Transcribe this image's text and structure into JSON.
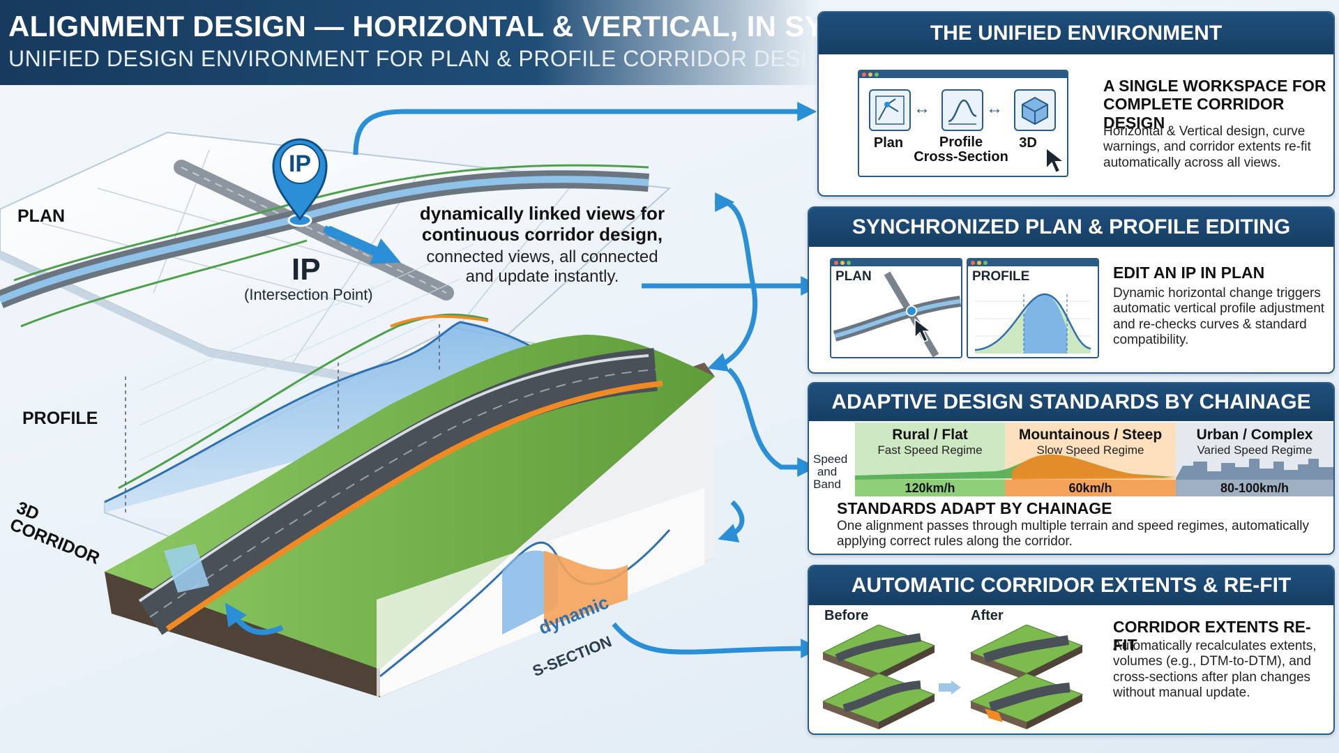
{
  "header": {
    "title": "ALIGNMENT DESIGN — HORIZONTAL & VERTICAL, IN SYNC",
    "subtitle": "UNIFIED DESIGN ENVIRONMENT FOR PLAN & PROFILE CORRIDOR DESIGN"
  },
  "left": {
    "plan_label": "PLAN",
    "profile_label": "PROFILE",
    "corridor_label": "3D\nCORRIDOR",
    "ip_marker": "IP",
    "ip_title": "IP",
    "ip_caption": "(Intersection Point)",
    "linked_bold": "dynamically linked views for continuous corridor design,",
    "linked_body": "connected views, all connected and update instantly.",
    "dynamic_label": "dynamic",
    "section_label": "S-SECTION"
  },
  "panels": {
    "unified": {
      "header": "THE UNIFIED ENVIRONMENT",
      "views": [
        "Plan",
        "Profile\nCross-Section",
        "3D"
      ],
      "heading": "A SINGLE WORKSPACE FOR\nCOMPLETE CORRIDOR DESIGN",
      "body": "Horizontal & Vertical design, curve warnings, and corridor extents re-fit automatically across all views."
    },
    "sync": {
      "header": "SYNCHRONIZED PLAN & PROFILE EDITING",
      "plan_tab": "PLAN",
      "profile_tab": "PROFILE",
      "heading": "EDIT AN IP IN PLAN",
      "body": "Dynamic horizontal change triggers automatic vertical profile adjustment and re-checks curves & standard compatibility."
    },
    "adaptive": {
      "header": "ADAPTIVE DESIGN STANDARDS BY CHAINAGE",
      "axis_label": "Speed\nand\nBand",
      "regimes": [
        {
          "title": "Rural / Flat",
          "subtitle": "Fast Speed Regime",
          "speed": "120km/h",
          "color": "#cfe8c4",
          "band": "#8fcf7a"
        },
        {
          "title": "Mountainous / Steep",
          "subtitle": "Slow Speed Regime",
          "speed": "60km/h",
          "color": "#fde0bd",
          "band": "#f4a35a"
        },
        {
          "title": "Urban / Complex",
          "subtitle": "Varied Speed Regime",
          "speed": "80-100km/h",
          "color": "#e4e9ef",
          "band": "#9fb0c2"
        }
      ],
      "heading": "STANDARDS ADAPT BY CHAINAGE",
      "body": "One alignment passes through multiple terrain and speed regimes, automatically applying correct rules along the corridor."
    },
    "refit": {
      "header": "AUTOMATIC CORRIDOR EXTENTS & RE-FIT",
      "before": "Before",
      "after": "After",
      "heading": "CORRIDOR EXTENTS RE-FIT",
      "body": "Automatically recalculates extents, volumes (e.g., DTM-to-DTM), and cross-sections after plan changes without manual update."
    }
  },
  "colors": {
    "navy": "#1f4f7c",
    "arrow_blue": "#2a8fd6",
    "road_gray": "#5a6068",
    "terrain_green": "#7dbb4f",
    "orange": "#f08a24"
  }
}
